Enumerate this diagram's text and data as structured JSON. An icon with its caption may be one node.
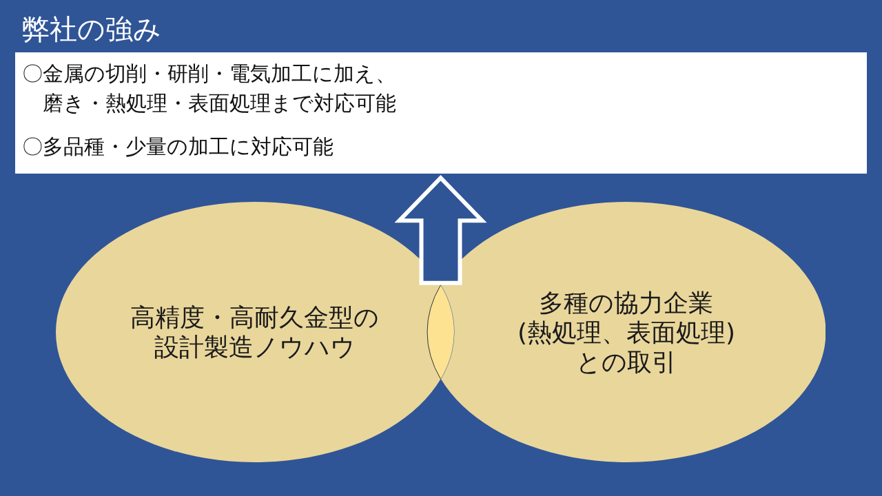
{
  "diagram": {
    "title": "弊社の強み",
    "nodes": [
      {
        "text": [
          "〇金属の切削・研削・電気加工に加え、磨き・熱処理・表面処理まで対応可能",
          "〇多品種・少量の加工に対応可能"
        ]
      },
      {
        "text": [
          "高精度・高耐久金型の設計製造ノウハウ"
        ]
      },
      {
        "text": [
          "多種の協力企業(熱処理、表面処理)との取引"
        ]
      }
    ],
    "edges": [
      {
        "from": 1,
        "to": 0,
        "arrow": "to",
        "style": "thick"
      },
      {
        "from": 2,
        "to": 0,
        "arrow": "to",
        "style": "thick"
      }
    ]
  }
}
